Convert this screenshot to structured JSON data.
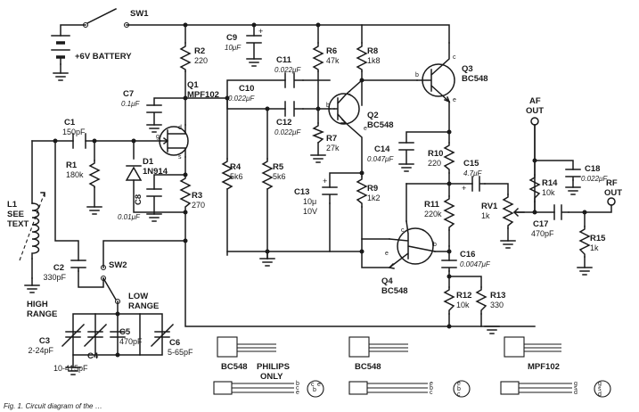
{
  "switches": {
    "sw1": "SW1",
    "sw2": "SW2",
    "high_range": "HIGH\nRANGE",
    "low_range": "LOW\nRANGE"
  },
  "battery": {
    "label": "+6V BATTERY"
  },
  "components": {
    "R1": {
      "ref": "R1",
      "value": "180k"
    },
    "R2": {
      "ref": "R2",
      "value": "220"
    },
    "R3": {
      "ref": "R3",
      "value": "270"
    },
    "R4": {
      "ref": "R4",
      "value": "5k6"
    },
    "R5": {
      "ref": "R5",
      "value": "5k6"
    },
    "R6": {
      "ref": "R6",
      "value": "47k"
    },
    "R7": {
      "ref": "R7",
      "value": "27k"
    },
    "R8": {
      "ref": "R8",
      "value": "1k8"
    },
    "R9": {
      "ref": "R9",
      "value": "1k2"
    },
    "R10": {
      "ref": "R10",
      "value": "220"
    },
    "R11": {
      "ref": "R11",
      "value": "220k"
    },
    "R12": {
      "ref": "R12",
      "value": "10k"
    },
    "R13": {
      "ref": "R13",
      "value": "330"
    },
    "R14": {
      "ref": "R14",
      "value": "10k"
    },
    "R15": {
      "ref": "R15",
      "value": "1k"
    },
    "RV1": {
      "ref": "RV1",
      "value": "1k"
    },
    "C1": {
      "ref": "C1",
      "value": "150pF"
    },
    "C2": {
      "ref": "C2",
      "value": "330pF"
    },
    "C3": {
      "ref": "C3",
      "value": "2-24pF"
    },
    "C4": {
      "ref": "C4",
      "value": "10-415pF"
    },
    "C5": {
      "ref": "C5",
      "value": "470pF"
    },
    "C6": {
      "ref": "C6",
      "value": "5-65pF"
    },
    "C7": {
      "ref": "C7",
      "value": "0.1μF"
    },
    "C8": {
      "ref": "C8",
      "value": "0.01μF"
    },
    "C9": {
      "ref": "C9",
      "value": "10μF"
    },
    "C10": {
      "ref": "C10",
      "value": "0.022μF"
    },
    "C11": {
      "ref": "C11",
      "value": "0.022μF"
    },
    "C12": {
      "ref": "C12",
      "value": "0.022μF"
    },
    "C13": {
      "ref": "C13",
      "value": "10μ",
      "voltage": "10V"
    },
    "C14": {
      "ref": "C14",
      "value": "0.047μF"
    },
    "C15": {
      "ref": "C15",
      "value": "4.7μF"
    },
    "C16": {
      "ref": "C16",
      "value": "0.0047μF"
    },
    "C17": {
      "ref": "C17",
      "value": "470pF"
    },
    "C18": {
      "ref": "C18",
      "value": "0.022μF"
    },
    "D1": {
      "ref": "D1",
      "value": "1N914"
    },
    "L1": {
      "ref": "L1",
      "note": "SEE\nTEXT"
    },
    "Q1": {
      "ref": "Q1",
      "value": "MPF102"
    },
    "Q2": {
      "ref": "Q2",
      "value": "BC548"
    },
    "Q3": {
      "ref": "Q3",
      "value": "BC548"
    },
    "Q4": {
      "ref": "Q4",
      "value": "BC548"
    }
  },
  "outputs": {
    "af": "AF\nOUT",
    "rf": "RF\nOUT"
  },
  "pinout": {
    "bc548_philips": "BC548   PHILIPS\nONLY",
    "bc548": "BC548",
    "mpf102": "MPF102",
    "pins_bce": [
      "b",
      "c",
      "e"
    ],
    "pins_ecb": [
      "e",
      "b",
      "c"
    ],
    "pins_gsd": [
      "g",
      "s",
      "d"
    ]
  },
  "caption": "Fig. 1. Circuit diagram of the …"
}
